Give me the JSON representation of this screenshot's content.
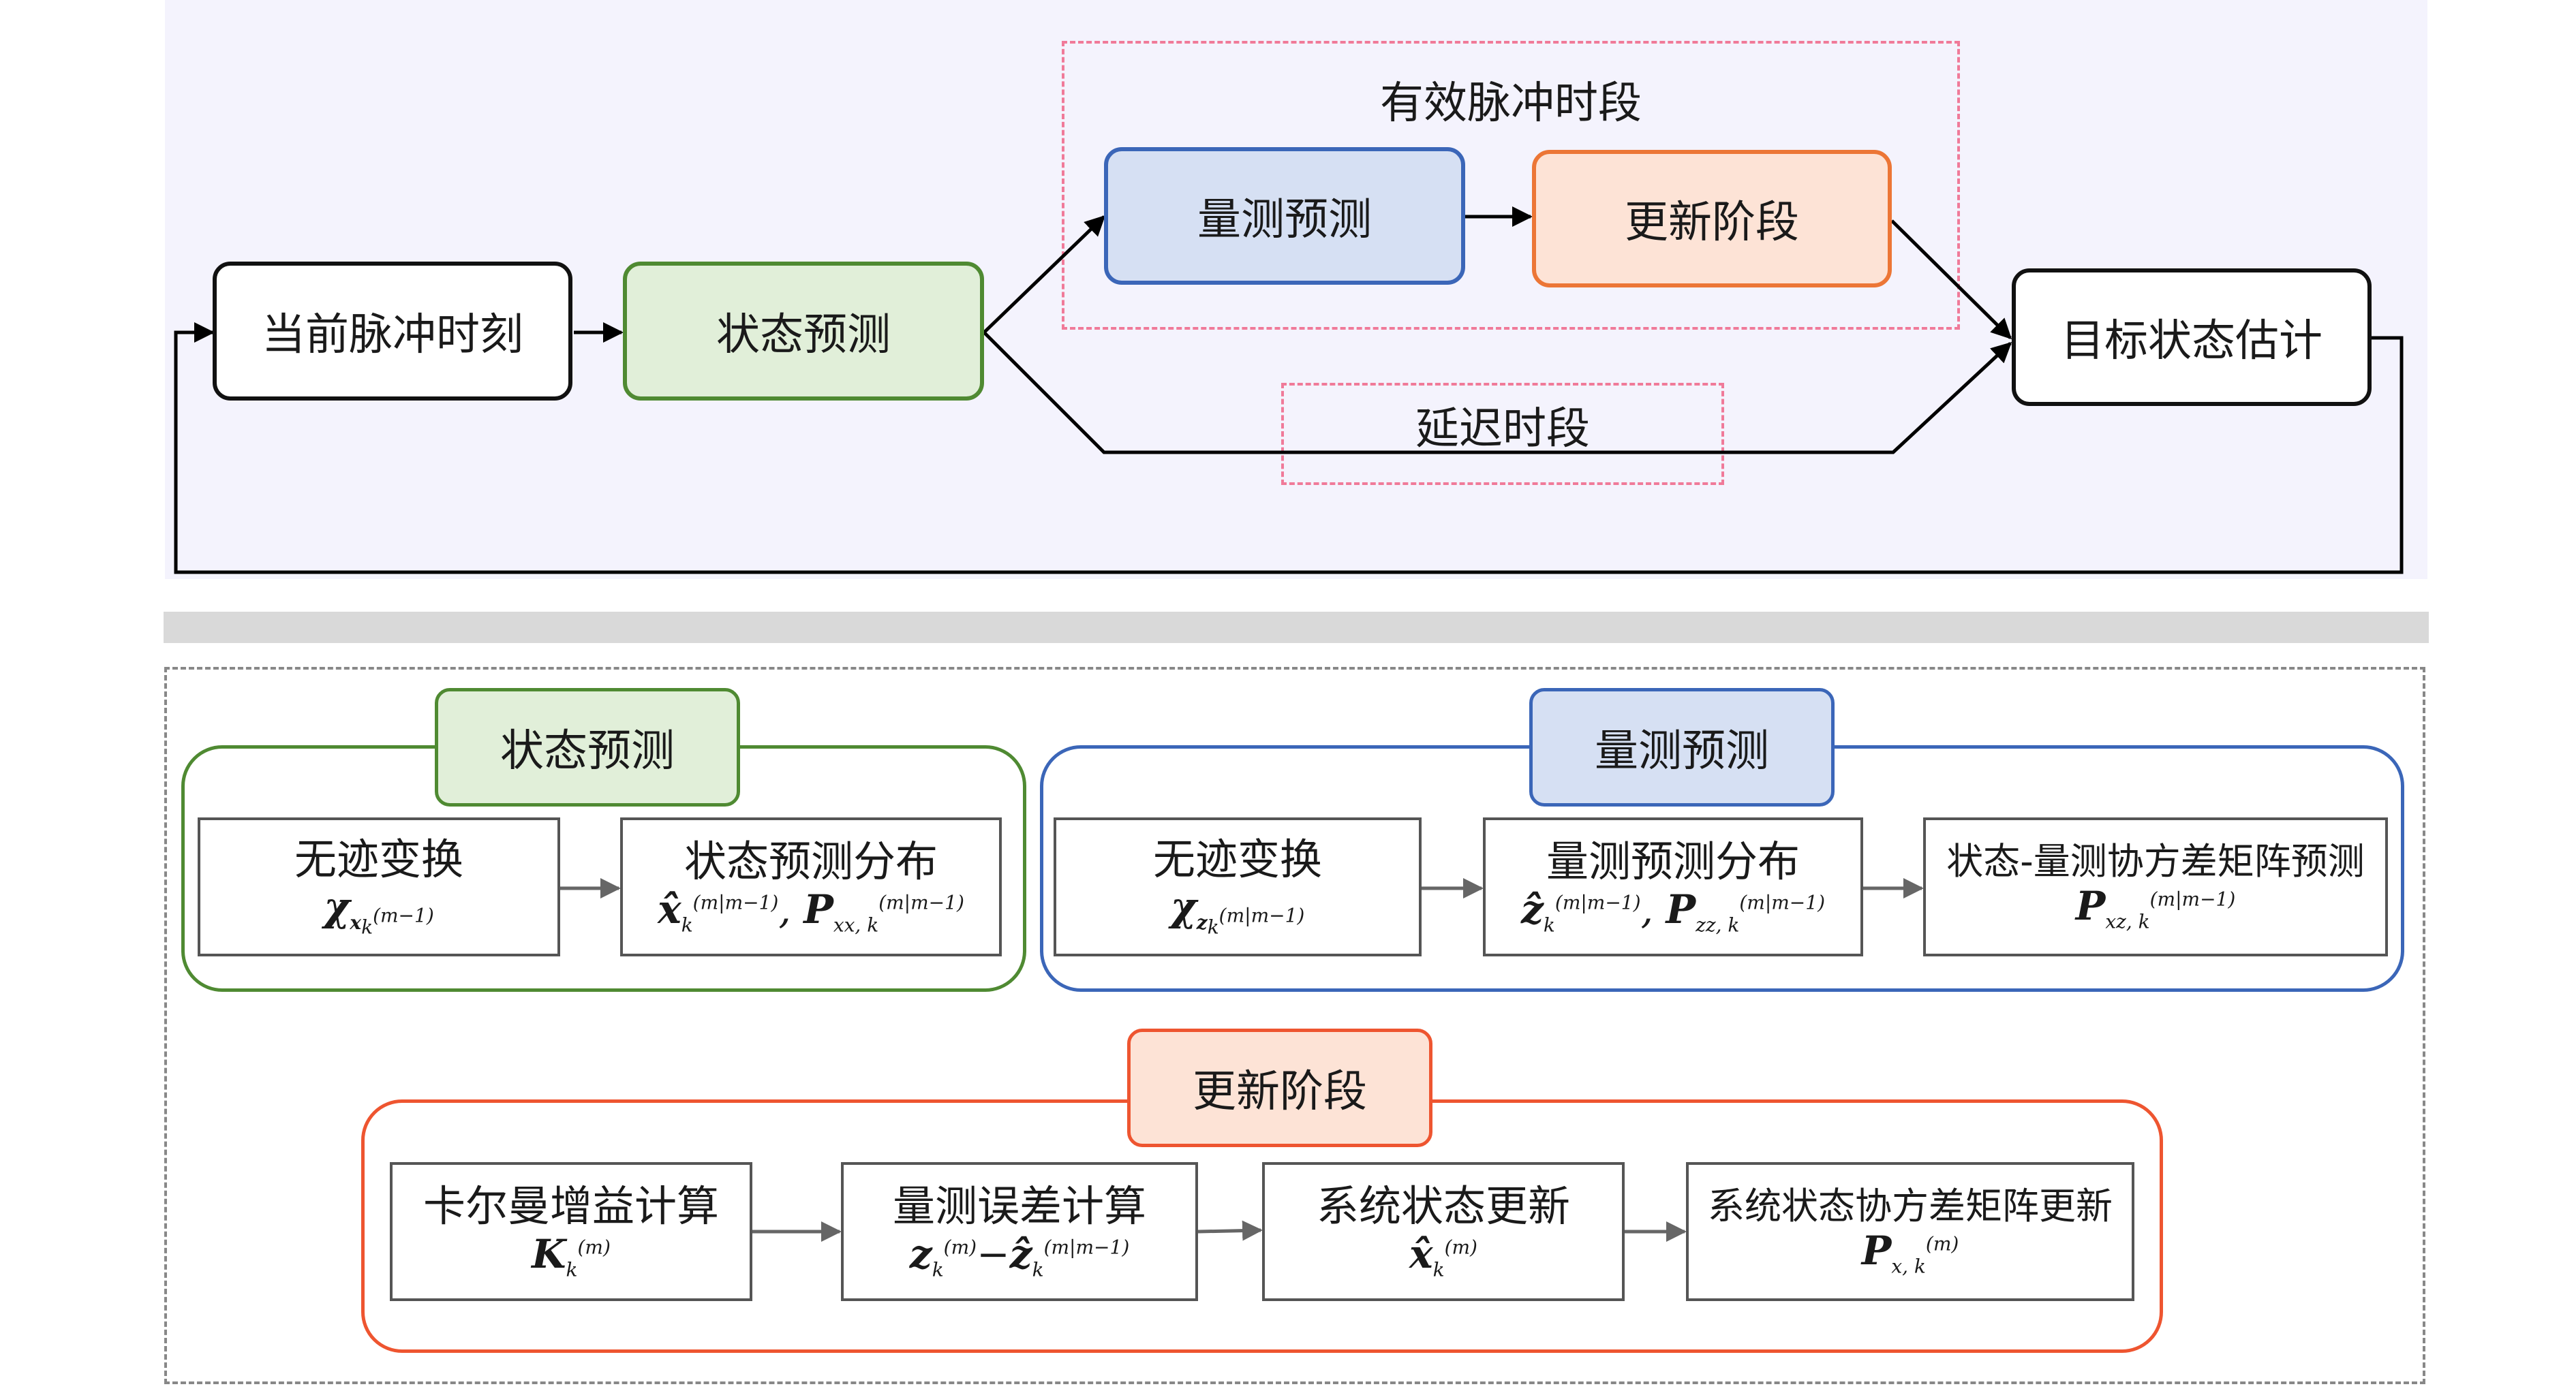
{
  "top": {
    "nodes": {
      "current_pulse": "当前脉冲时刻",
      "state_pred": "状态预测",
      "meas_pred": "量测预测",
      "update": "更新阶段",
      "target_est": "目标状态估计"
    },
    "valid_window": "有效脉冲时段",
    "delay_window": "延迟时段"
  },
  "bottom": {
    "state_group": {
      "tag": "状态预测",
      "ut": {
        "title": "无迹变换",
        "formula": "χ_{x_k^{(m-1)}}"
      },
      "dist": {
        "title": "状态预测分布",
        "formula": "x̂_k^{(m|m-1)}, P_{xx,k}^{(m|m-1)}"
      }
    },
    "meas_group": {
      "tag": "量测预测",
      "ut": {
        "title": "无迹变换",
        "formula": "χ_{z_k^{(m|m-1)}}"
      },
      "dist": {
        "title": "量测预测分布",
        "formula": "ẑ_k^{(m|m-1)}, P_{zz,k}^{(m|m-1)}"
      },
      "cov": {
        "title": "状态-量测协方差矩阵预测",
        "formula": "P_{xz,k}^{(m|m-1)}"
      }
    },
    "update_group": {
      "tag": "更新阶段",
      "gain": {
        "title": "卡尔曼增益计算",
        "formula": "K_k^{(m)}"
      },
      "err": {
        "title": "量测误差计算",
        "formula": "z_k^{(m)}−ẑ_k^{(m|m-1)}"
      },
      "state": {
        "title": "系统状态更新",
        "formula": "x̂_k^{(m)}"
      },
      "cov": {
        "title": "系统状态协方差矩阵更新",
        "formula": "P_{x,k}^{(m)}"
      }
    }
  },
  "colors": {
    "green": "#4f8a32",
    "green_fill": "#e1efd9",
    "blue": "#3b66b8",
    "blue_fill": "#d6e0f3",
    "orange": "#ec7636",
    "orange_fill": "#fde3d6",
    "red": "#ee5530",
    "pink_dash": "#f07a99",
    "panel_bg": "#f4f3fd"
  }
}
